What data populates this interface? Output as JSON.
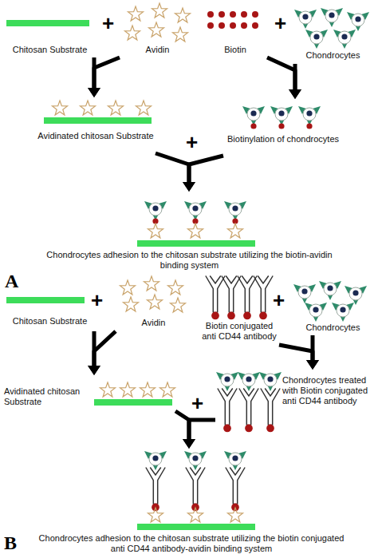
{
  "diagram": {
    "nodes": [
      {
        "text": [
          "Chitosan Substrate"
        ]
      },
      {
        "text": [
          "Avidin"
        ]
      },
      {
        "text": [
          "Biotin"
        ]
      },
      {
        "text": [
          "Chondrocytes"
        ]
      },
      {
        "text": [
          "Avidinated chitosan Substrate"
        ]
      },
      {
        "text": [
          "Biotinylation of chondrocytes"
        ]
      },
      {
        "text": [
          "Chondrocytes adhesion to the chitosan substrate utilizing the biotin-avidin binding system"
        ]
      },
      {
        "text": [
          "Chitosan Substrate"
        ]
      },
      {
        "text": [
          "Avidin"
        ]
      },
      {
        "text": [
          "Biotin conjugated anti CD44 antibody"
        ]
      },
      {
        "text": [
          "Chondrocytes"
        ]
      },
      {
        "text": [
          "Avidinated chitosan Substrate"
        ]
      },
      {
        "text": [
          "Chondrocytes treated with Biotin conjugated anti CD44 antibody"
        ]
      },
      {
        "text": [
          "Chondrocytes adhesion to the chitosan substrate utilizing the biotin conjugated anti CD44 antibody-avidin binding system"
        ]
      }
    ],
    "edges": [
      {
        "from": 0,
        "to": 4,
        "arrow": "to"
      },
      {
        "from": 1,
        "to": 4,
        "arrow": "to"
      },
      {
        "from": 2,
        "to": 5,
        "arrow": "to"
      },
      {
        "from": 3,
        "to": 5,
        "arrow": "to"
      },
      {
        "from": 4,
        "to": 6,
        "arrow": "to"
      },
      {
        "from": 5,
        "to": 6,
        "arrow": "to"
      },
      {
        "from": 7,
        "to": 11,
        "arrow": "to"
      },
      {
        "from": 8,
        "to": 11,
        "arrow": "to"
      },
      {
        "from": 9,
        "to": 12,
        "arrow": "to"
      },
      {
        "from": 10,
        "to": 12,
        "arrow": "to"
      },
      {
        "from": 11,
        "to": 13,
        "arrow": "to"
      },
      {
        "from": 12,
        "to": 13,
        "arrow": "to"
      }
    ],
    "labels": [
      "+",
      "+",
      "+",
      "A",
      "+",
      "+",
      "+",
      "B"
    ]
  }
}
